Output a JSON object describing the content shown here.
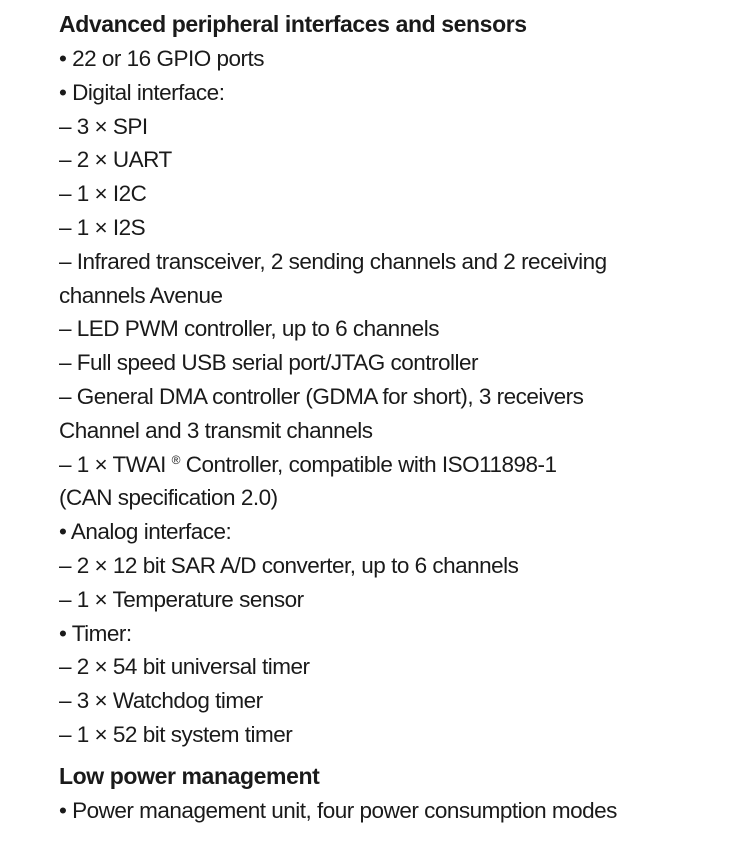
{
  "sections": [
    {
      "heading": "Advanced peripheral interfaces and sensors",
      "lines": [
        "• 22 or 16 GPIO ports",
        "• Digital interface:",
        "– 3 × SPI",
        "– 2 × UART",
        "– 1 × I2C",
        "– 1 × I2S",
        "– Infrared transceiver, 2 sending channels and 2 receiving",
        "channels  Avenue",
        "– LED PWM controller, up to 6 channels",
        "– Full speed USB serial port/JTAG controller",
        "– General DMA controller (GDMA for short), 3 receivers",
        "Channel and 3 transmit channels",
        "– 1 × TWAI ® Controller, compatible with ISO11898-1",
        "(CAN specification 2.0)",
        "• Analog interface:",
        "– 2 × 12 bit SAR A/D converter, up to 6 channels",
        "– 1 × Temperature sensor",
        "• Timer:",
        "– 2 × 54 bit universal timer",
        "– 3 × Watchdog timer",
        "– 1 × 52 bit system timer"
      ]
    },
    {
      "heading": "Low power management",
      "lines": [
        "• Power management unit, four power consumption modes"
      ]
    }
  ]
}
